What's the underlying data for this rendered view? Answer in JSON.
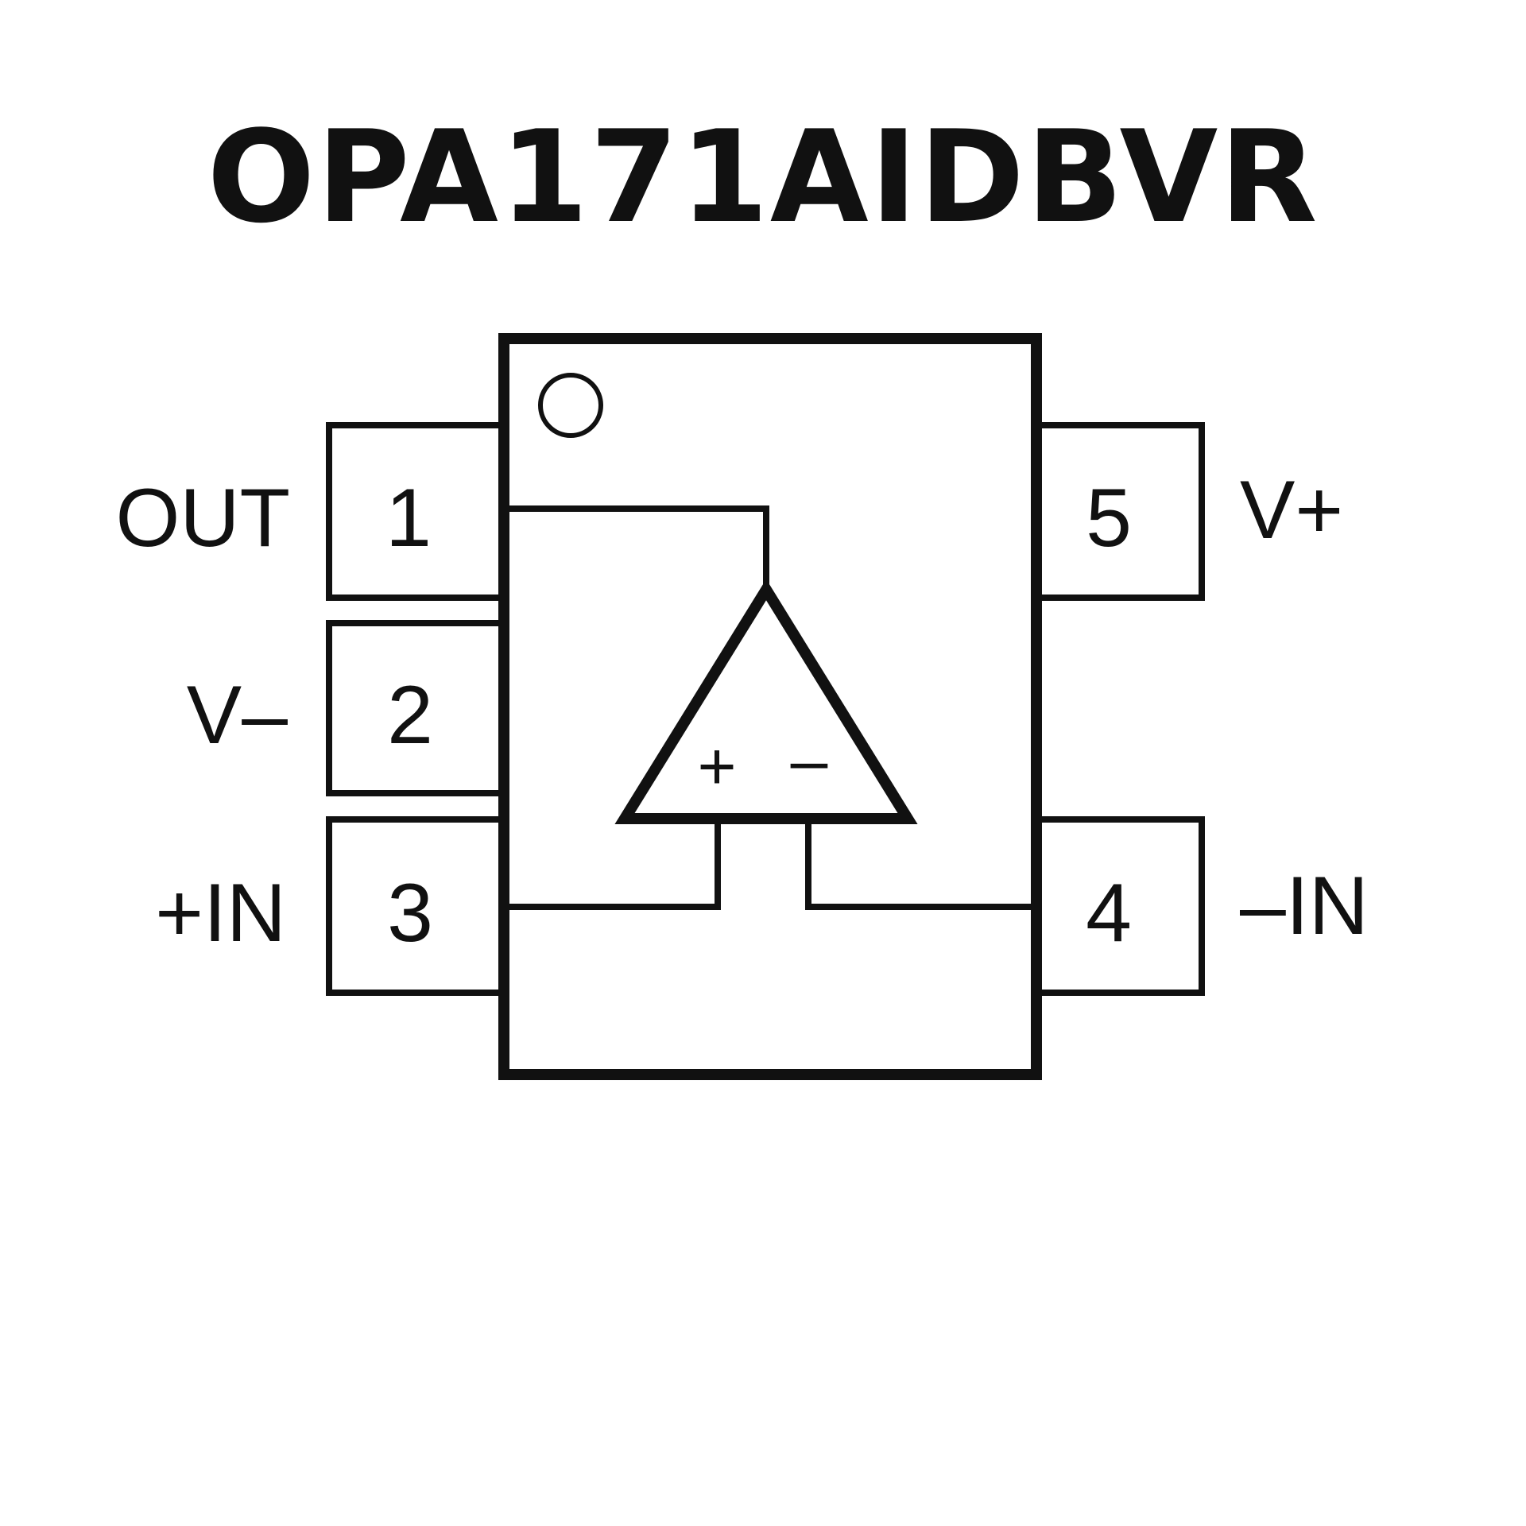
{
  "title": "OPA171AIDBVR",
  "pins": [
    {
      "number": "1",
      "label": "OUT"
    },
    {
      "number": "2",
      "label": "V–"
    },
    {
      "number": "3",
      "label": "+IN"
    },
    {
      "number": "4",
      "label": "–IN"
    },
    {
      "number": "5",
      "label": "V+"
    }
  ],
  "opamp": {
    "plus_sign": "+",
    "minus_sign": "–"
  },
  "colors": {
    "ink": "#111111",
    "background": "#ffffff"
  }
}
